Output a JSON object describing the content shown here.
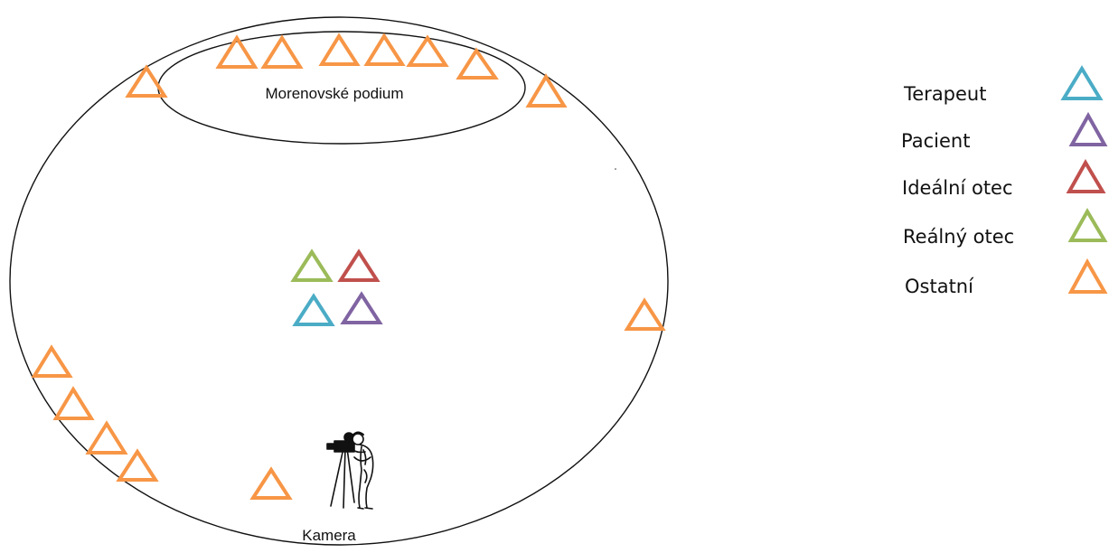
{
  "stage": {
    "label": "Morenovské podium"
  },
  "camera": {
    "label": "Kamera",
    "icon": "cameraman-icon"
  },
  "colors": {
    "terapeut": "#4bacc6",
    "pacient": "#8064a2",
    "idealni_otec": "#c0504d",
    "realny_otec": "#9bbb59",
    "ostatni": "#f79646",
    "outline": "#111111"
  },
  "legend": [
    {
      "label": "Terapeut",
      "color_key": "terapeut"
    },
    {
      "label": "Pacient",
      "color_key": "pacient"
    },
    {
      "label": "Ideální otec",
      "color_key": "idealni_otec"
    },
    {
      "label": "Reálný otec",
      "color_key": "realny_otec"
    },
    {
      "label": "Ostatní",
      "color_key": "ostatni"
    }
  ]
}
